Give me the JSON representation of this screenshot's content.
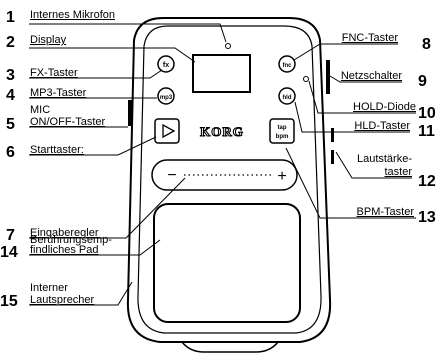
{
  "brand": "KORG",
  "buttons": {
    "fx": "fx",
    "mp3": "mp3",
    "fnc": "fnc",
    "hld": "hld",
    "tap_top": "tap",
    "tap_bottom": "bpm"
  },
  "callouts": [
    {
      "num": "1",
      "lines": [
        "Internes Mikrofon"
      ]
    },
    {
      "num": "2",
      "lines": [
        "Display"
      ]
    },
    {
      "num": "3",
      "lines": [
        "FX-Taster"
      ]
    },
    {
      "num": "4",
      "lines": [
        "MP3-Taster"
      ]
    },
    {
      "num": "5",
      "lines": [
        "MIC",
        "ON/OFF-Taster"
      ]
    },
    {
      "num": "6",
      "lines": [
        "Starttaster:"
      ]
    },
    {
      "num": "7",
      "lines": [
        "Eingaberegler"
      ]
    },
    {
      "num": "14",
      "lines": [
        "Berührungsemp-",
        "findliches Pad"
      ]
    },
    {
      "num": "15",
      "lines": [
        "Interner",
        "Lautsprecher"
      ]
    },
    {
      "num": "8",
      "lines": [
        "FNC-Taster"
      ]
    },
    {
      "num": "9",
      "lines": [
        "Netzschalter"
      ]
    },
    {
      "num": "10",
      "lines": [
        "HOLD-Diode"
      ]
    },
    {
      "num": "11",
      "lines": [
        "HLD-Taster"
      ]
    },
    {
      "num": "12",
      "lines": [
        "Lautstärke-",
        "taster"
      ]
    },
    {
      "num": "13",
      "lines": [
        "BPM-Taster"
      ]
    }
  ],
  "slider": {
    "minus": "−",
    "plus": "+"
  }
}
